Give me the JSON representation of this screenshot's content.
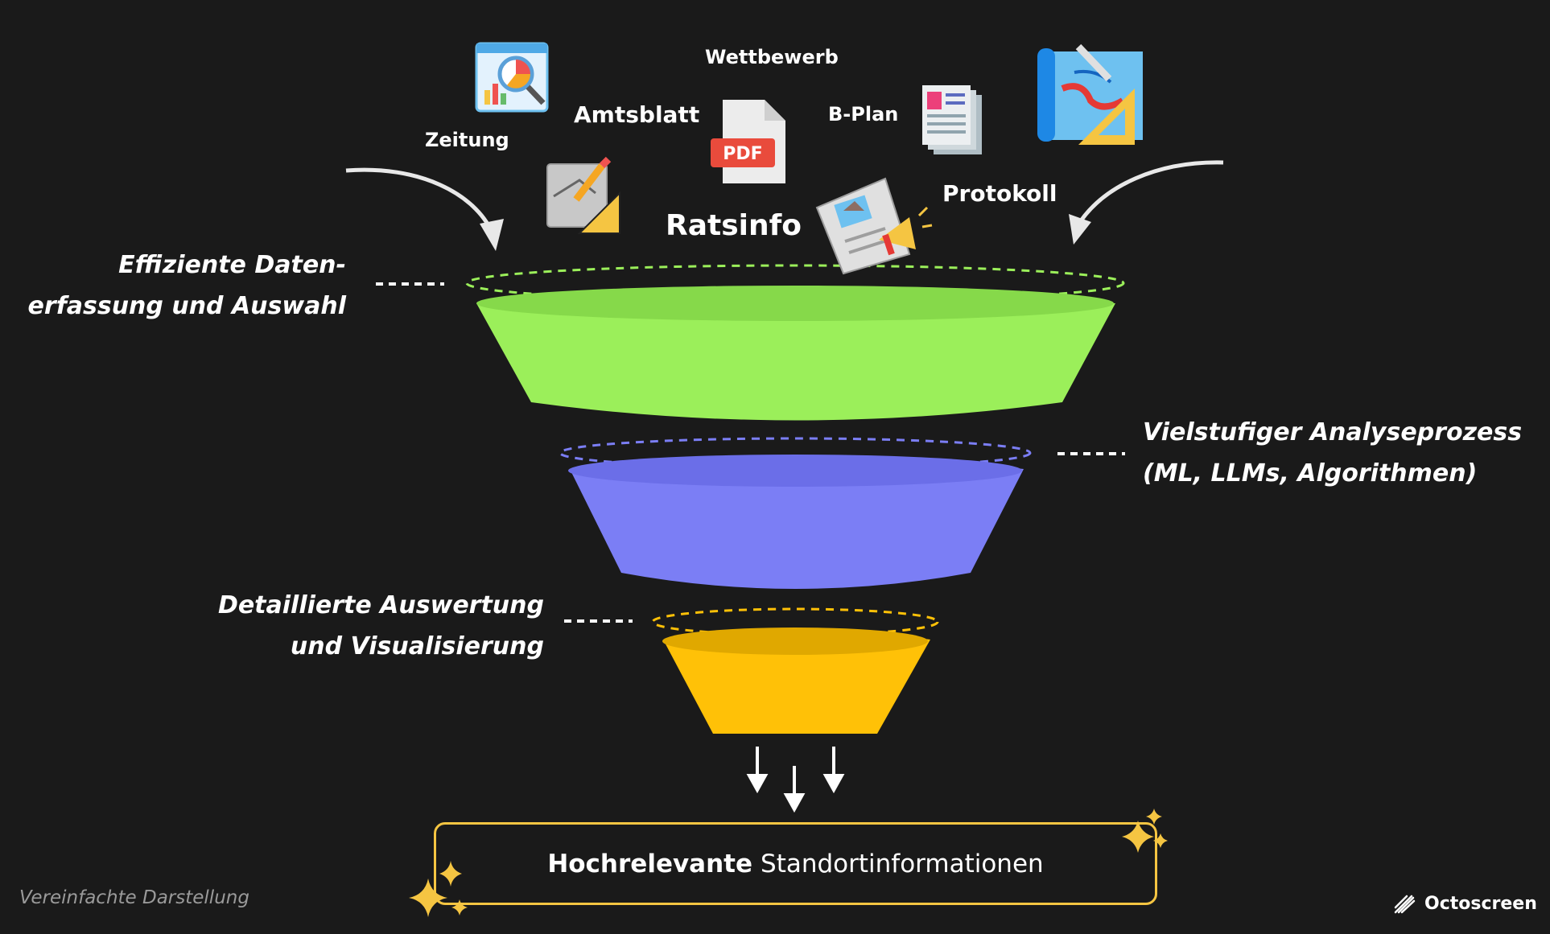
{
  "sources": {
    "zeitung": "Zeitung",
    "amtsblatt": "Amtsblatt",
    "wettbewerb": "Wettbewerb",
    "bplan": "B-Plan",
    "ratsinfo": "Ratsinfo",
    "protokoll": "Protokoll",
    "pdf_badge": "PDF"
  },
  "stages": [
    {
      "line1": "Effiziente Daten-",
      "line2": "erfassung und Auswahl",
      "color": "#9bef5a"
    },
    {
      "line1": "Vielstufiger Analyseprozess",
      "line2": "(ML, LLMs, Algorithmen)",
      "color": "#7b7ef5"
    },
    {
      "line1": "Detaillierte Auswertung",
      "line2": "und Visualisierung",
      "color": "#ffc107"
    }
  ],
  "result": {
    "bold": "Hochrelevante",
    "rest": "Standortinformationen"
  },
  "footer": {
    "note": "Vereinfachte Darstellung",
    "brand": "Octoscreen"
  },
  "colors": {
    "background": "#1a1a1a",
    "accent": "#f5c542"
  }
}
